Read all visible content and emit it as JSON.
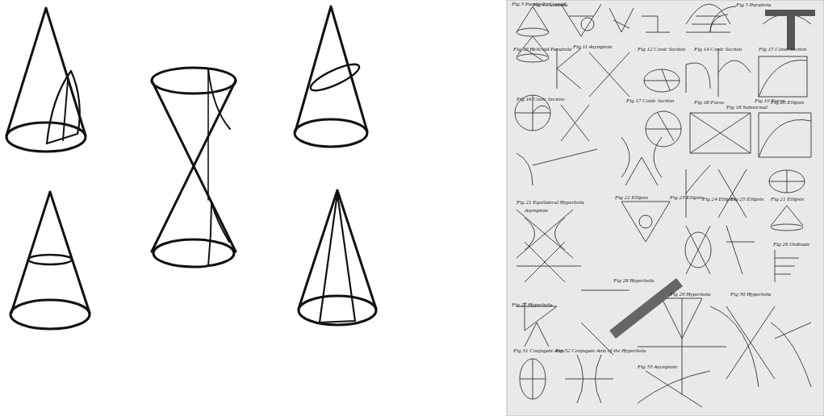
{
  "diagram": {
    "labels": [
      "Fig 3 Parabolic Conoid",
      "Fig 4 Parabola",
      "Fig 5 Parabola",
      "Fig 10 Helicoid Parabola",
      "Fig 11 Asymptote",
      "Fig 12 Conic Section",
      "Fig 14 Conic Section",
      "Fig 15 Conic Section",
      "Fig 16 Conic Section",
      "Fig 17 Conic Section",
      "Fig 18 Focus",
      "Fig 18 Subnormal",
      "Fig 19 Focus",
      "Fig 20 Ellipsis",
      "Fig 21 Equilateral Hyperbola",
      "Asymptote",
      "Fig 22 Ellipsis",
      "Fig 23 Ellipsis",
      "Fig 24 Ellipsis",
      "Fig 25 Ellipsis",
      "Fig 21 Ellipsis",
      "Fig 26 Ordinate",
      "Fig 27 Hyperbola",
      "Fig 28 Hyperbola",
      "Fig 29 Hyperbola",
      "Fig 30 Hyperbola",
      "Fig 31 Conjugate Axis",
      "Fig 32 Conjugate Axis of the Hyperbola",
      "Fig 33 Asymptote"
    ]
  }
}
